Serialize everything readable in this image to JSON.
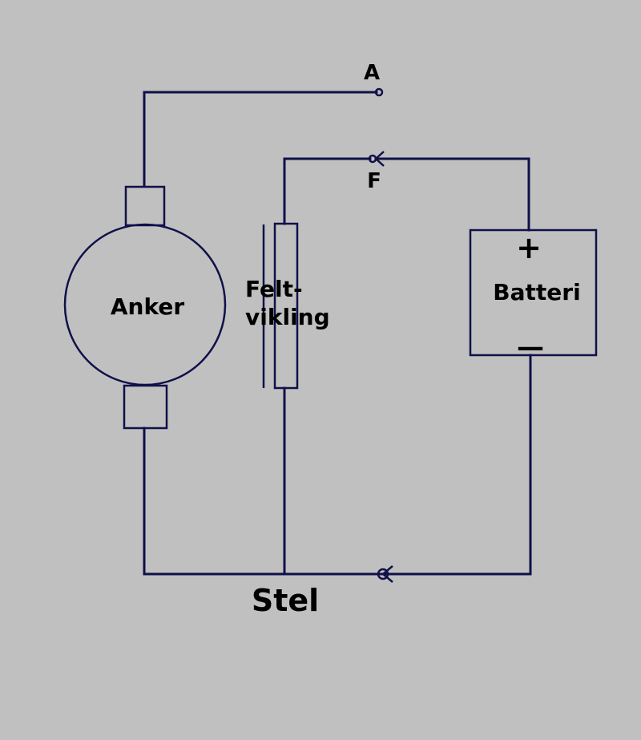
{
  "labels": {
    "terminal_a": "A",
    "terminal_f": "F",
    "armature": "Anker",
    "field_line1": "Felt-",
    "field_line2": "vikling",
    "battery": "Batteri",
    "battery_plus": "+",
    "battery_minus": "—",
    "ground": "Stel"
  },
  "colors": {
    "background": "#c0c0c0",
    "wire": "#10104a",
    "text": "#000000"
  }
}
